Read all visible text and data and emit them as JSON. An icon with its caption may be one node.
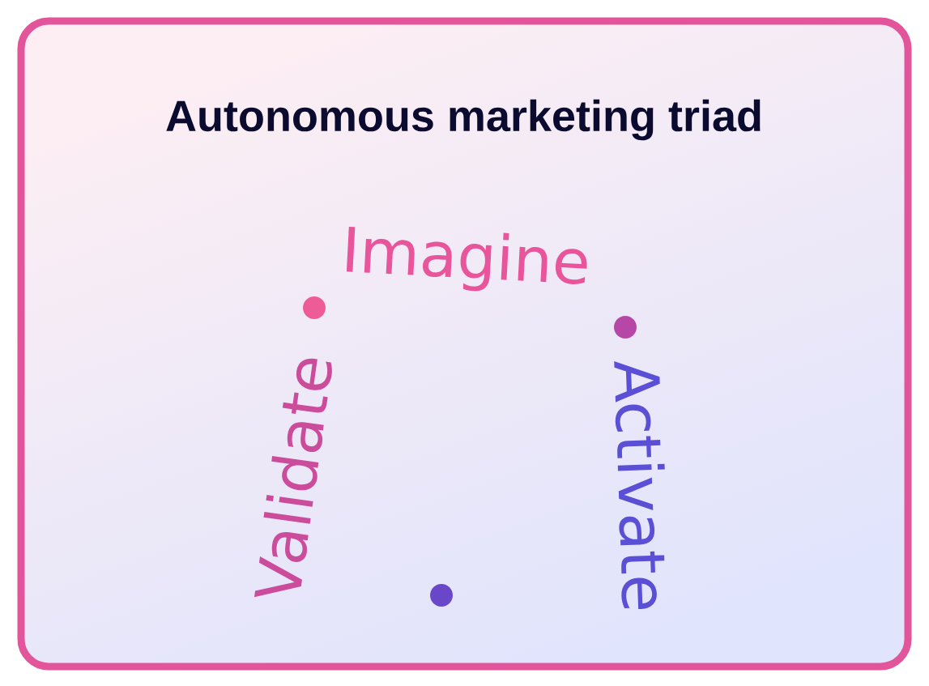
{
  "diagram": {
    "title": "Autonomous marketing triad",
    "labels": [
      "Imagine",
      "Activate",
      "Validate"
    ]
  }
}
